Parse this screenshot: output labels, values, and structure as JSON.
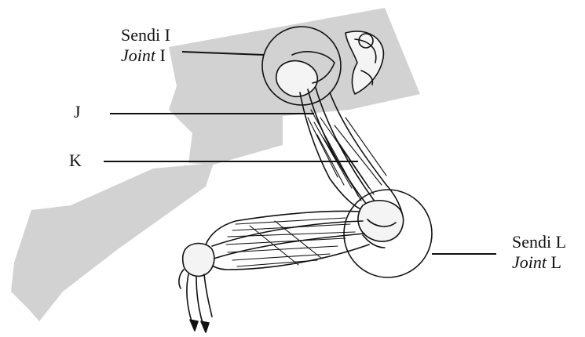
{
  "labels": {
    "joint_i": {
      "word": "Sendi I",
      "eng_italic": "Joint",
      "eng_letter": " I"
    },
    "j": "J",
    "k": "K",
    "joint_l": {
      "word": "Sendi L",
      "eng_italic": "Joint",
      "eng_letter": " L"
    }
  },
  "colors": {
    "silhouette": "#d2d2d2",
    "ink": "#111111",
    "bone_fill": "#f4f4f4"
  }
}
